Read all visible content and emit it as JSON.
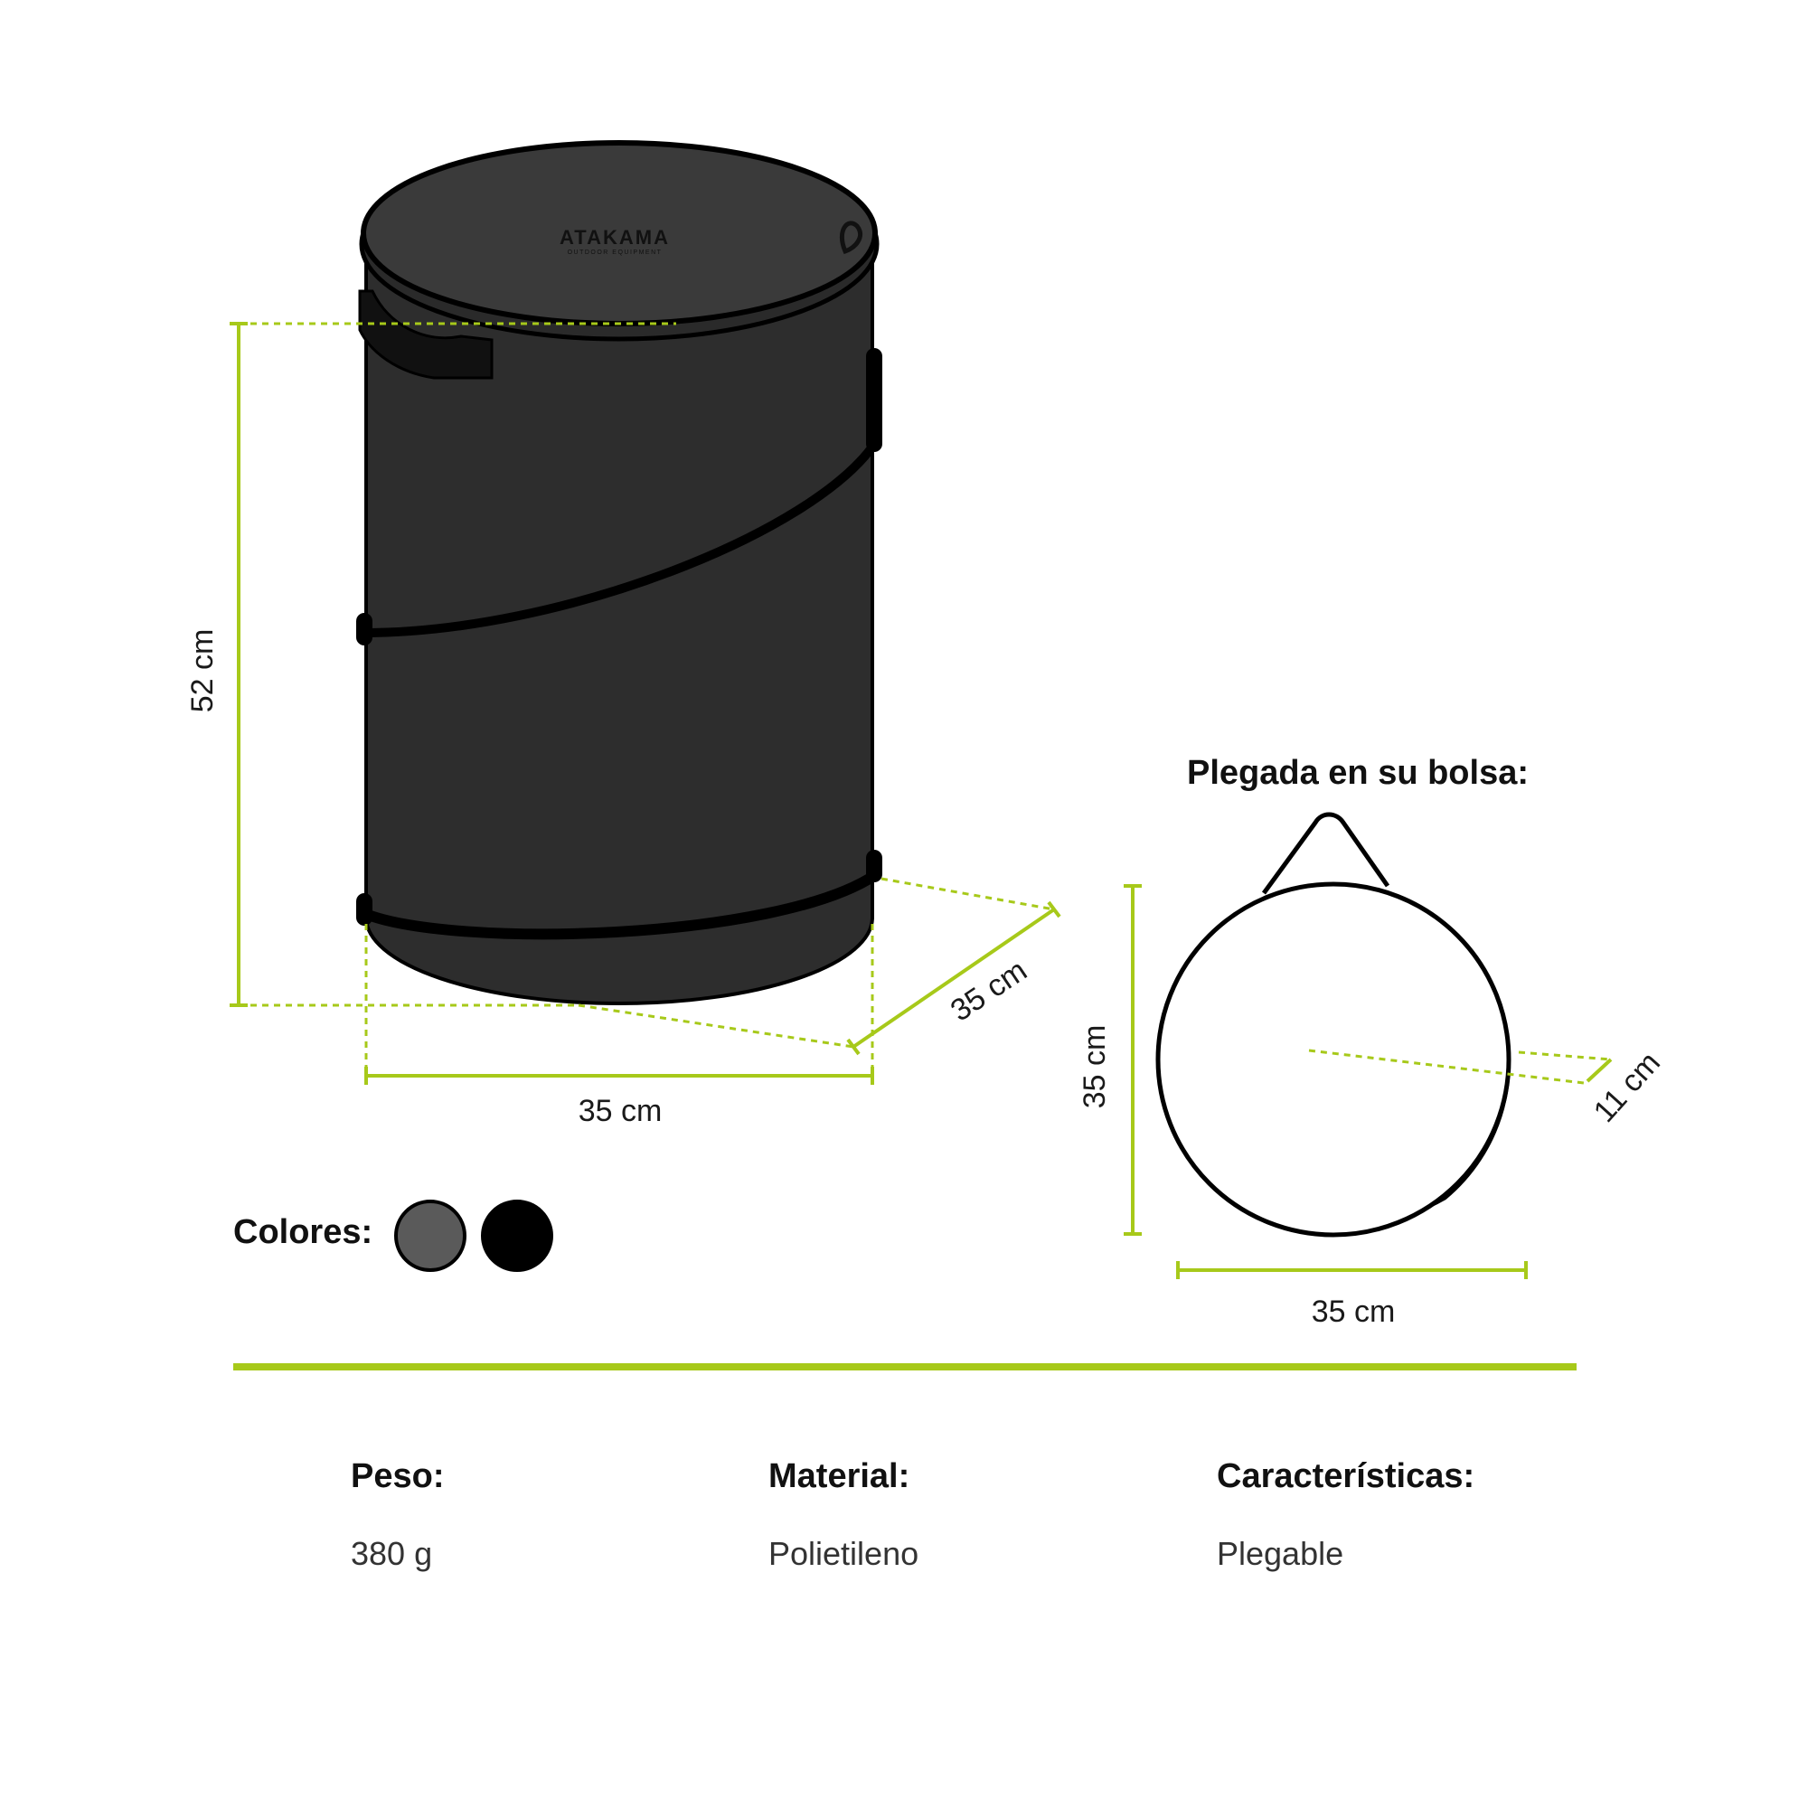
{
  "brand": {
    "name": "ATAKAMA",
    "tagline": "OUTDOOR EQUIPMENT"
  },
  "dimensions": {
    "height": "52 cm",
    "width": "35 cm",
    "depth": "35 cm",
    "folded_height": "35 cm",
    "folded_width": "35 cm",
    "folded_depth": "11 cm"
  },
  "folded_heading": "Plegada en su bolsa:",
  "colors_label": "Colores:",
  "colors": [
    {
      "name": "gris",
      "hex": "#5a5a5a"
    },
    {
      "name": "negro",
      "hex": "#000000"
    }
  ],
  "accent_color": "#a7c91a",
  "specs": [
    {
      "title": "Peso:",
      "value": "380 g"
    },
    {
      "title": "Material:",
      "value": "Polietileno"
    },
    {
      "title": "Características:",
      "value": "Plegable"
    }
  ]
}
